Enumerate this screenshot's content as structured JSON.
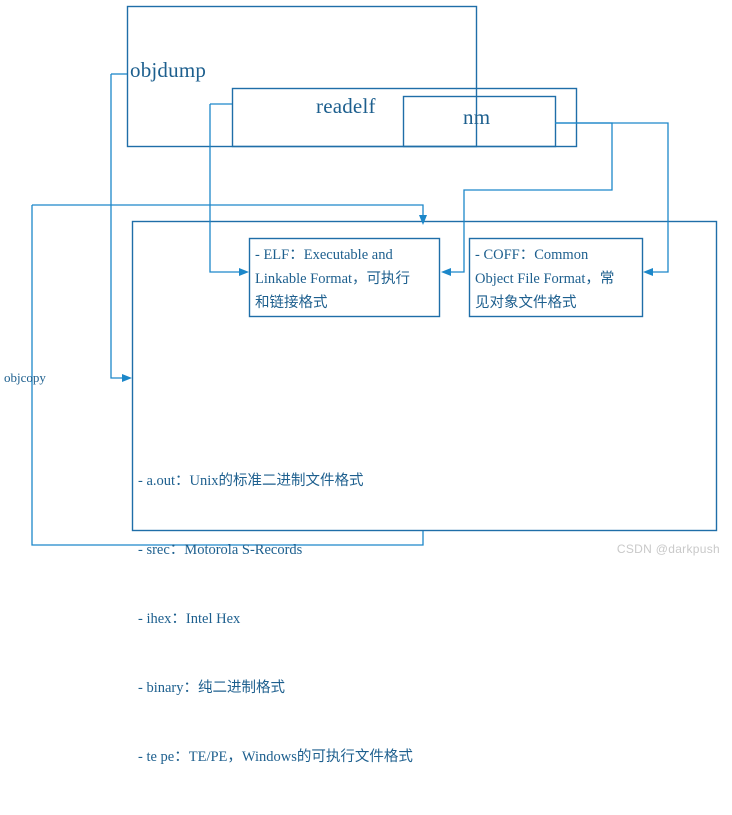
{
  "diagram": {
    "title": "binutils tools and binary file formats",
    "accent_color": "#1f6ea8",
    "connector_color": "#1c87c9",
    "text_color": "#1d5f8e",
    "background": "#ffffff",
    "tools": [
      {
        "id": "objdump",
        "label": "objdump"
      },
      {
        "id": "readelf",
        "label": "readelf"
      },
      {
        "id": "nm",
        "label": "nm"
      },
      {
        "id": "objcopy",
        "label": "objcopy"
      }
    ],
    "format_boxes": [
      {
        "id": "elf",
        "lines": [
          "- ELF：Executable and",
          "Linkable Format，可执行",
          "和链接格式"
        ]
      },
      {
        "id": "coff",
        "lines": [
          "- COFF：Common",
          "Object File Format，常",
          "见对象文件格式"
        ]
      }
    ],
    "format_list": [
      "- a.out：Unix的标准二进制文件格式",
      "- srec：Motorola S-Records",
      "- ihex：Intel Hex",
      "- binary：纯二进制格式",
      "- te pe：TE/PE，Windows的可执行文件格式"
    ],
    "watermark": "CSDN @darkpush"
  }
}
